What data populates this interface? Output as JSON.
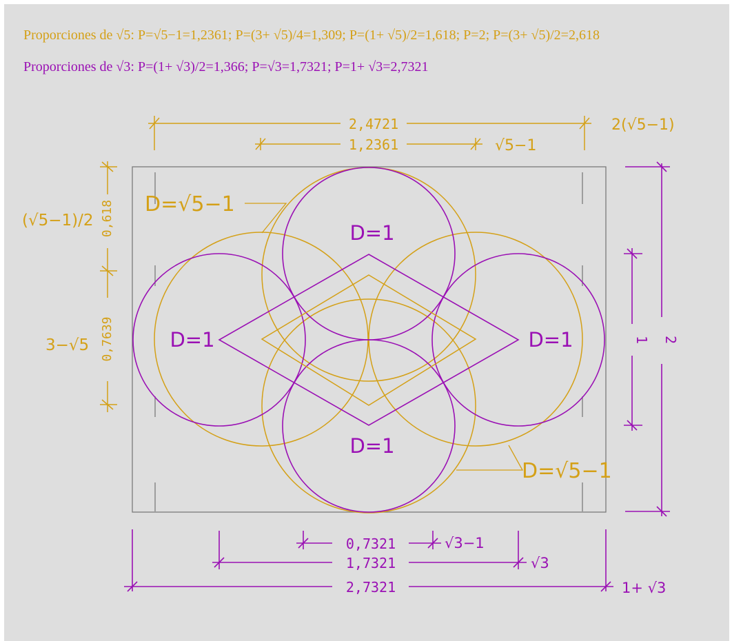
{
  "header": {
    "sqrt5": "Proporciones de √5: P=√5−1=1,2361; P=(3+ √5)/4=1,309; P=(1+ √5)/2=1,618; P=2; P=(3+ √5)/2=2,618",
    "sqrt3": "Proporciones de √3: P=(1+ √3)/2=1,366; P=√3=1,7321;  P=1+ √3=2,7321"
  },
  "top_dims": {
    "d1_value": "2,4721",
    "d1_formula": "2(√5−1)",
    "d2_value": "1,2361",
    "d2_formula": "√5−1"
  },
  "left_dims": {
    "d1_value": "0,618",
    "d1_formula": "(√5−1)/2",
    "d2_value": "0,7639",
    "d2_formula": "3−√5"
  },
  "right_dims": {
    "d1_value": "1",
    "d2_value": "2"
  },
  "bottom_dims": {
    "d1_value": "0,7321",
    "d1_formula": "√3−1",
    "d2_value": "1,7321",
    "d2_formula": "√3",
    "d3_value": "2,7321",
    "d3_formula": "1+ √3"
  },
  "circle_labels": {
    "top": "D=1",
    "left": "D=1",
    "right": "D=1",
    "bottom": "D=1",
    "gold_upper": "D=√5−1",
    "gold_lower": "D=√5−1"
  },
  "colors": {
    "gold": "#d4a017",
    "purple": "#9a10b4",
    "gray": "#7a7a7a",
    "background": "#dedede"
  }
}
